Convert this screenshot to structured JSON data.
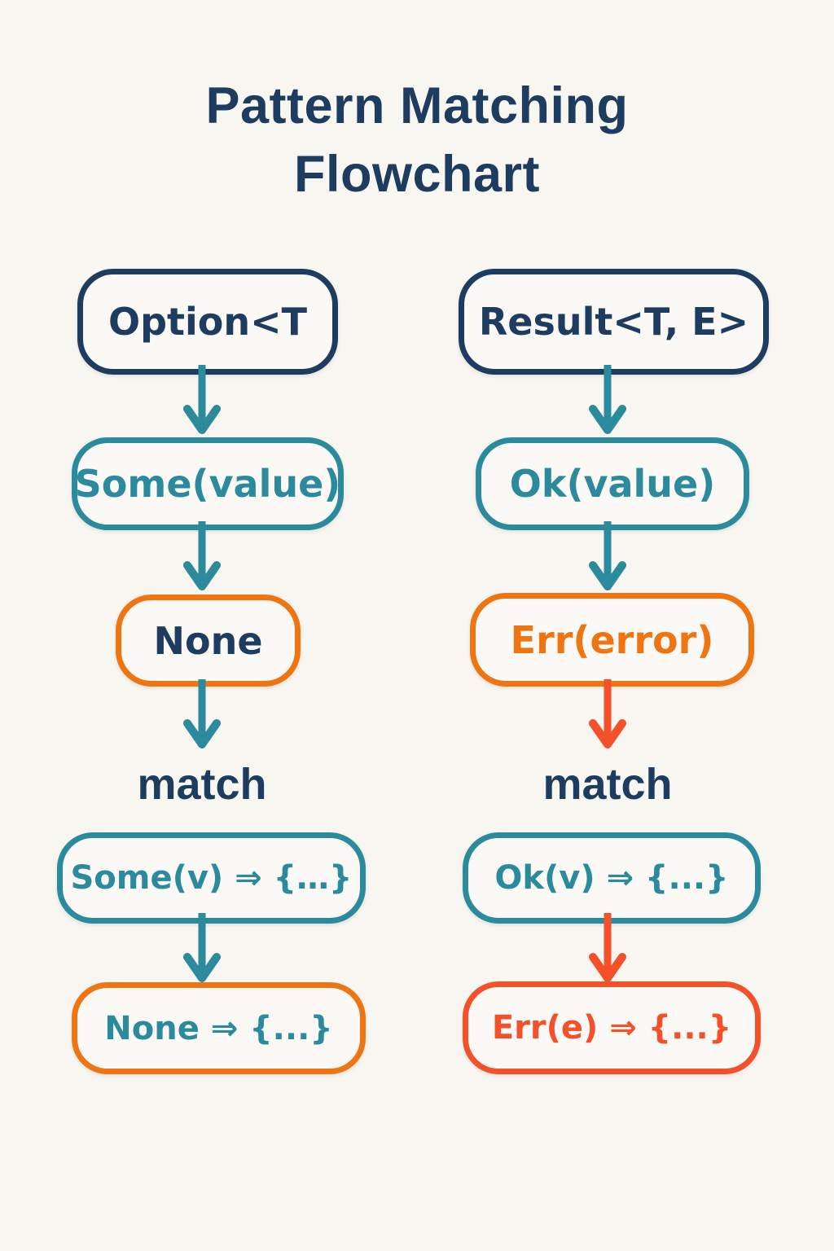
{
  "page_title": "Pattern Matching Flowchart",
  "title_lines": [
    "Pattern Matching",
    "Flowchart"
  ],
  "colors": {
    "background": "#f8f6f1",
    "navy": "#1d3c5f",
    "teal": "#2b8a9c",
    "orange": "#ee7511",
    "red_orange": "#f2512a",
    "box_fill": "#fbf9f5"
  },
  "left_column": {
    "root": {
      "label": "Option<T",
      "border_color": "navy",
      "text_color": "navy"
    },
    "variant_some": {
      "label": "Some(value)",
      "border_color": "teal",
      "text_color": "teal"
    },
    "variant_none": {
      "label": "None",
      "border_color": "orange",
      "text_color": "navy"
    },
    "match_label": "match",
    "arm_some": {
      "label": "Some(v) ⇒ {…}",
      "border_color": "teal",
      "text_color": "teal"
    },
    "arm_none": {
      "label": "None ⇒ {...}",
      "border_color": "orange",
      "text_color": "teal"
    },
    "arrow_colors": [
      "teal",
      "teal",
      "teal",
      "teal"
    ]
  },
  "right_column": {
    "root": {
      "label": "Result<T, E>",
      "border_color": "navy",
      "text_color": "navy"
    },
    "variant_ok": {
      "label": "Ok(value)",
      "border_color": "teal",
      "text_color": "teal"
    },
    "variant_err": {
      "label": "Err(error)",
      "border_color": "orange",
      "text_color": "orange"
    },
    "match_label": "match",
    "arm_ok": {
      "label": "Ok(v) ⇒ {...}",
      "border_color": "teal",
      "text_color": "teal"
    },
    "arm_err": {
      "label": "Err(e) ⇒ {...}",
      "border_color": "red_orange",
      "text_color": "red_orange"
    },
    "arrow_colors": [
      "teal",
      "teal",
      "red_orange",
      "red_orange"
    ]
  }
}
